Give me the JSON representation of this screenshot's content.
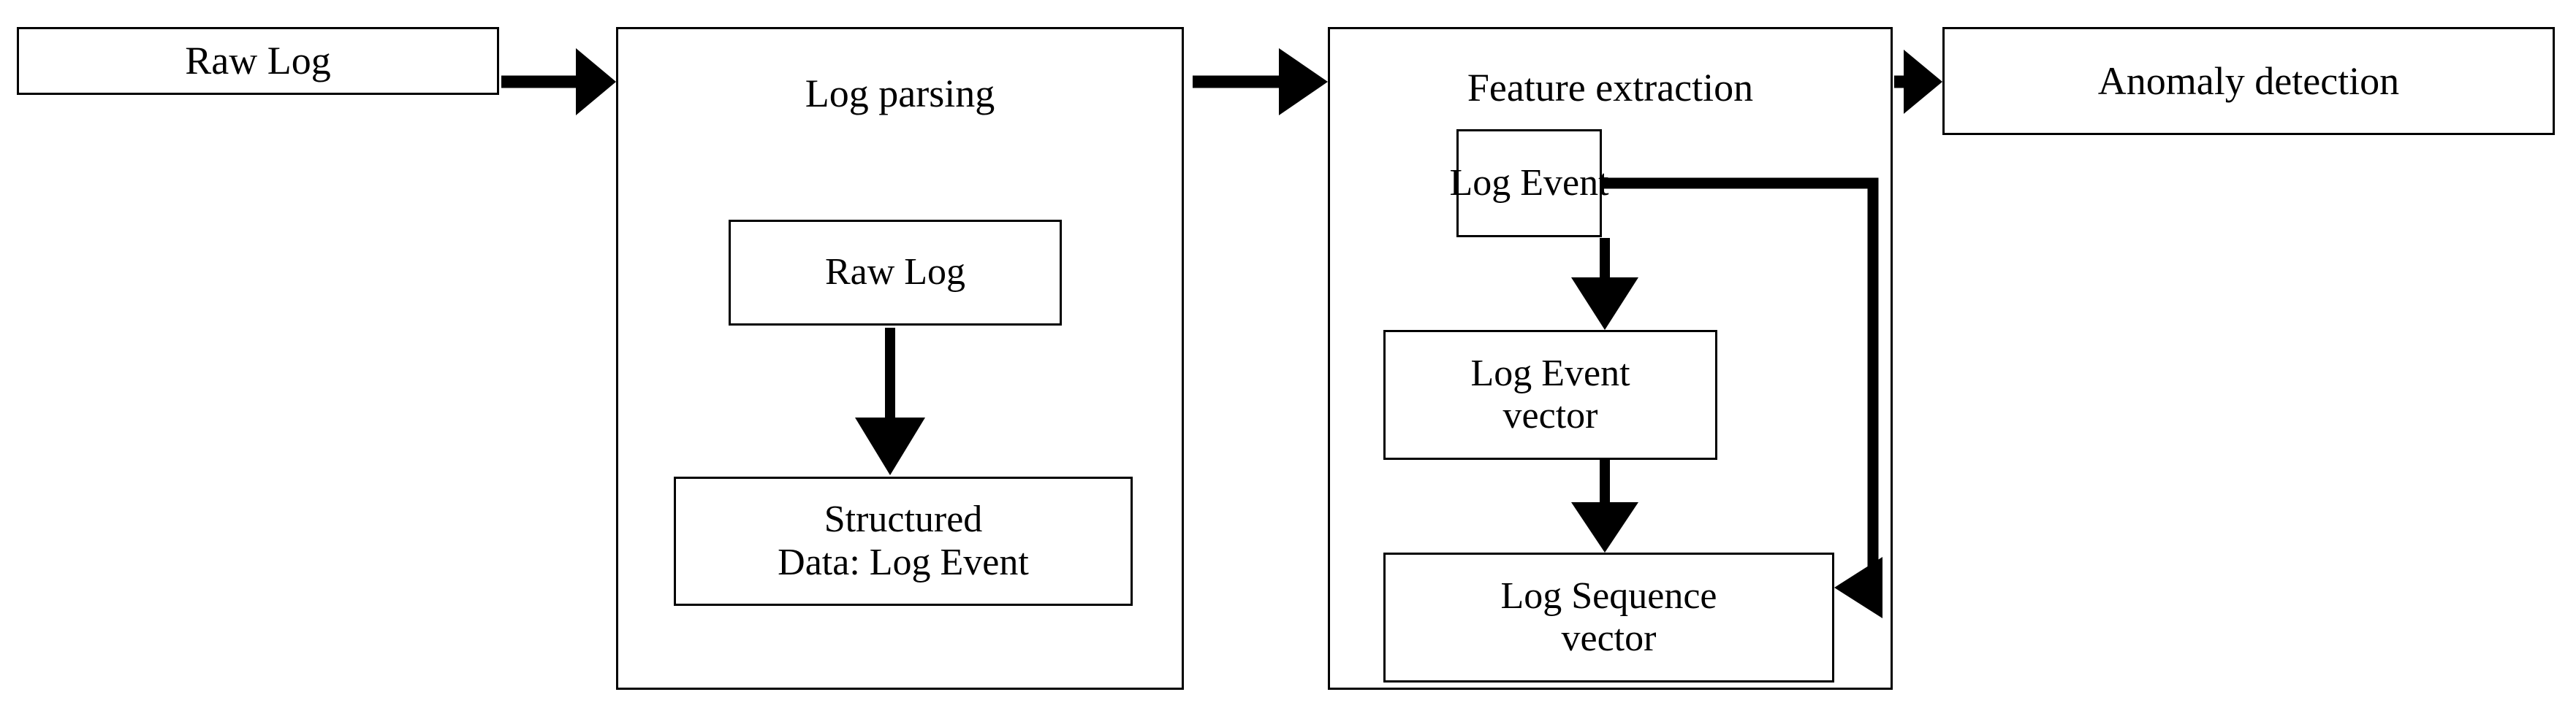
{
  "diagram": {
    "title": "Log anomaly detection pipeline",
    "stroke_color": "#000000",
    "background_color": "#ffffff",
    "text_color": "#000000"
  },
  "nodes": {
    "raw_log_input": {
      "label": "Raw Log"
    },
    "log_parsing": {
      "label": "Log parsing",
      "inner": {
        "raw_log": {
          "label": "Raw Log"
        },
        "structured_data": {
          "label": "Structured\nData: Log Event"
        }
      }
    },
    "feature_extraction": {
      "label": "Feature extraction",
      "inner": {
        "log_event": {
          "label": "Log Event"
        },
        "log_event_vector": {
          "label": "Log Event\nvector"
        },
        "log_sequence_vector": {
          "label": "Log Sequence\nvector"
        }
      }
    },
    "anomaly_detection": {
      "label": "Anomaly detection"
    }
  },
  "edges": [
    {
      "name": "raw-log-to-log-parsing",
      "from": "raw_log_input",
      "to": "log_parsing",
      "direction": "right"
    },
    {
      "name": "raw-log-inner-to-structured-data",
      "from": "raw_log",
      "to": "structured_data",
      "direction": "down"
    },
    {
      "name": "log-parsing-to-feature-extraction",
      "from": "log_parsing",
      "to": "feature_extraction",
      "direction": "right"
    },
    {
      "name": "log-event-to-log-event-vector",
      "from": "log_event",
      "to": "log_event_vector",
      "direction": "down"
    },
    {
      "name": "log-event-vector-to-log-sequence-vector",
      "from": "log_event_vector",
      "to": "log_sequence_vector",
      "direction": "down"
    },
    {
      "name": "log-event-to-log-sequence-vector-feedback",
      "from": "log_event",
      "to": "log_sequence_vector",
      "direction": "right-down-left"
    },
    {
      "name": "feature-extraction-to-anomaly-detection",
      "from": "feature_extraction",
      "to": "anomaly_detection",
      "direction": "right"
    }
  ]
}
